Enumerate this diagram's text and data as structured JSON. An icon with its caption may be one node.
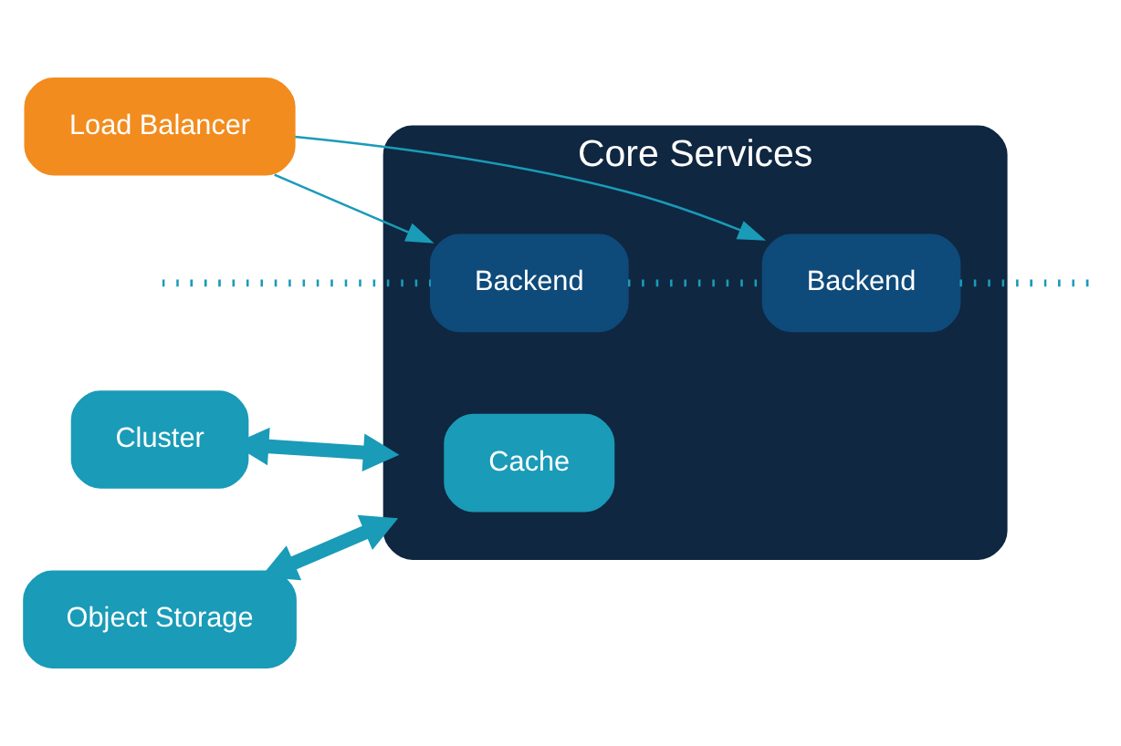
{
  "diagram": {
    "nodes": [
      {
        "text": [
          "Core Services"
        ]
      },
      {
        "text": [
          "Cluster"
        ]
      },
      {
        "text": [
          "Cache"
        ],
        "in": 0
      },
      {
        "text": [
          "Backend"
        ],
        "in": 0
      },
      {
        "text": [
          "Backend"
        ],
        "in": 0
      },
      {
        "text": [
          "Load Balancer"
        ]
      },
      {
        "text": [
          "Object Storage"
        ]
      }
    ],
    "edges": [
      {
        "from": 1,
        "to": 0,
        "arrow": "both",
        "style": "thick"
      },
      {
        "from": 6,
        "to": 0,
        "arrow": "both",
        "style": "thick"
      },
      {
        "from": 5,
        "to": 3,
        "arrow": "to"
      },
      {
        "from": 5,
        "to": 4,
        "arrow": "to"
      },
      {
        "from": null,
        "to": 3,
        "arrow": "none",
        "style": "dashed"
      },
      {
        "from": 3,
        "to": 4,
        "arrow": "none",
        "style": "dashed"
      },
      {
        "from": 4,
        "to": null,
        "arrow": "none",
        "style": "dashed"
      }
    ]
  }
}
